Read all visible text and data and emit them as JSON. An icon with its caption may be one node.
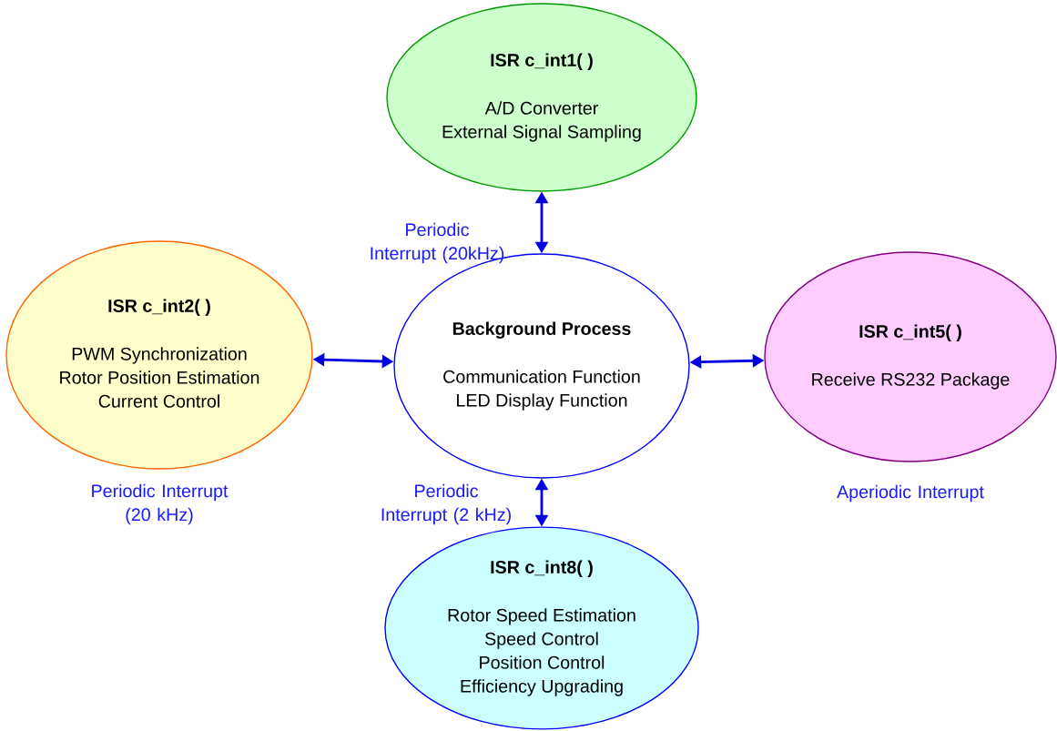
{
  "diagram": {
    "nodes": [
      {
        "text": [
          "Background Process",
          "Communication Function",
          "LED Display Function"
        ]
      },
      {
        "text": [
          "ISR c_int1( )",
          "A/D Converter",
          "External Signal Sampling"
        ]
      },
      {
        "text": [
          "ISR c_int2( )",
          "PWM Synchronization",
          "Rotor Position Estimation",
          "Current Control"
        ],
        "beside": [
          "Periodic Interrupt (20 kHz)"
        ]
      },
      {
        "text": [
          "ISR c_int5( )",
          "Receive RS232 Package"
        ],
        "beside": [
          "Aperiodic Interrupt"
        ]
      },
      {
        "text": [
          "ISR c_int8( )",
          "Rotor Speed Estimation",
          "Speed Control",
          "Position Control",
          "Efficiency Upgrading"
        ]
      }
    ],
    "edges": [
      {
        "from": 0,
        "to": 1,
        "arrow": "both",
        "label": "Periodic Interrupt (20kHz)"
      },
      {
        "from": 0,
        "to": 2,
        "arrow": "both"
      },
      {
        "from": 0,
        "to": 3,
        "arrow": "both"
      },
      {
        "from": 0,
        "to": 4,
        "arrow": "both",
        "label": "Periodic Interrupt (2 kHz)"
      }
    ]
  }
}
